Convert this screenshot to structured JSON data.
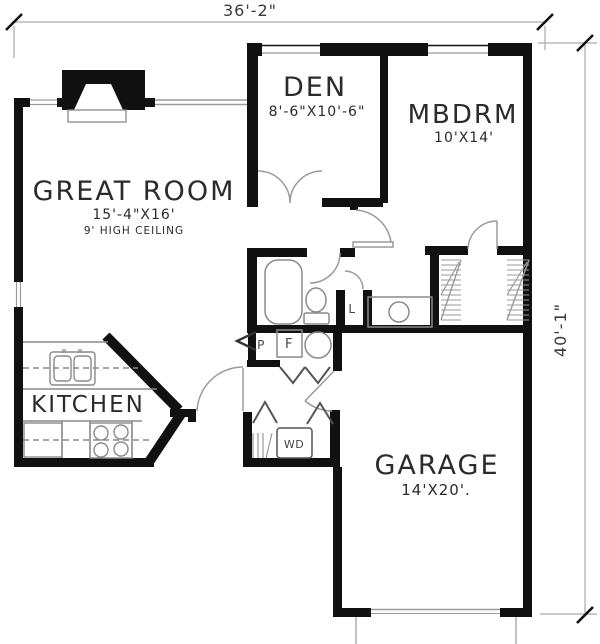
{
  "plan": {
    "dimensions": {
      "width_label": "36'-2\"",
      "height_label": "40'-1\""
    },
    "rooms": [
      {
        "name": "GREAT ROOM",
        "size": "15'-4\"X16'",
        "note": "9' HIGH CEILING"
      },
      {
        "name": "DEN",
        "size": "8'-6\"X10'-6\""
      },
      {
        "name": "MBDRM",
        "size": "10'X14'"
      },
      {
        "name": "KITCHEN",
        "size": ""
      },
      {
        "name": "GARAGE",
        "size": "14'X20'."
      }
    ],
    "fixture_labels": {
      "pantry": "P",
      "furnace": "F",
      "linen": "L",
      "washer_dryer": "WD"
    },
    "colors": {
      "wall": "#111111",
      "fixture_line": "#8a8a8a",
      "dimension_line": "#aaaaaa",
      "text": "#2b2b2b",
      "background": "#ffffff"
    }
  }
}
